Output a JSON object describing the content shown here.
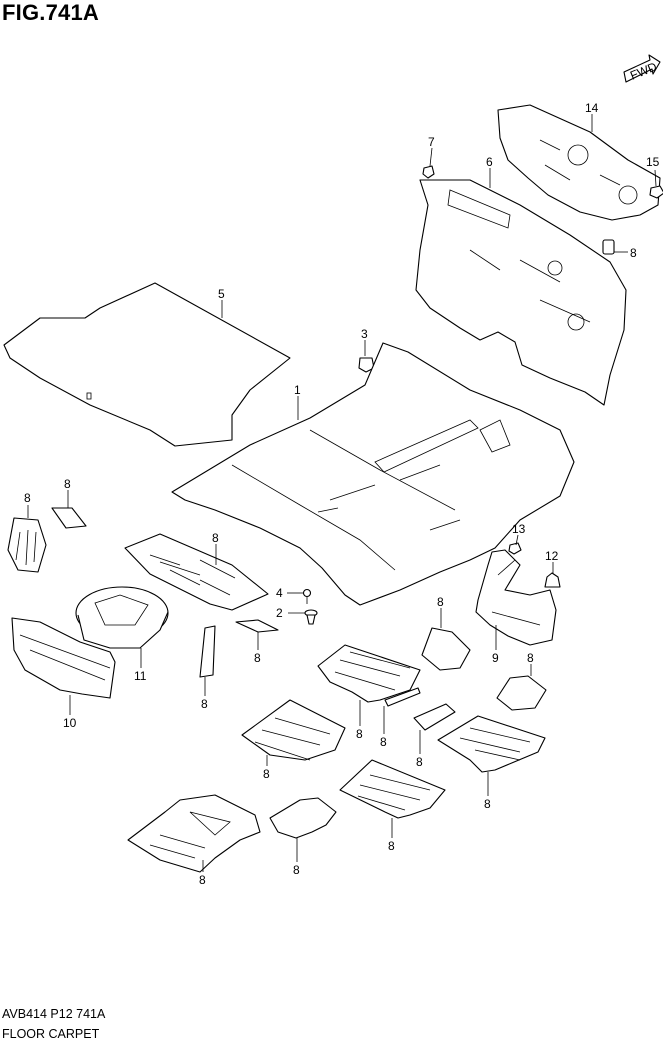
{
  "figure": {
    "title": "FIG.741A"
  },
  "direction_badge": "FWD",
  "callouts": [
    "14",
    "7",
    "6",
    "15",
    "8",
    "5",
    "3",
    "1",
    "8",
    "8",
    "8",
    "13",
    "12",
    "4",
    "2",
    "8",
    "11",
    "9",
    "10",
    "8",
    "8",
    "8",
    "8",
    "8",
    "8",
    "8",
    "8",
    "8",
    "8",
    "8"
  ],
  "footer": {
    "code": "AVB414 P12 741A",
    "name": "FLOOR CARPET"
  }
}
